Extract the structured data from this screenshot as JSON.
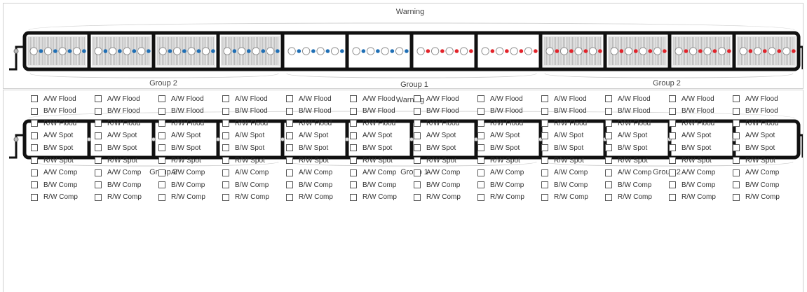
{
  "top_panel": {
    "title": "Warning",
    "group_labels": [
      "Group 2",
      "Group 1",
      "Group 2"
    ],
    "colors": {
      "blue": "#1f6fb5",
      "red": "#e2232a",
      "white_led": "#ffffff",
      "frame": "#111111"
    }
  },
  "bottom_panel": {
    "title": "Warning",
    "group_labels": [
      "Group 2",
      "Group 1",
      "Group 2"
    ]
  },
  "columns": 12,
  "options": [
    "A/W Flood",
    "B/W Flood",
    "R/W Flood",
    "A/W Spot",
    "B/W Spot",
    "R/W Spot",
    "A/W Comp",
    "B/W Comp",
    "R/W Comp"
  ]
}
